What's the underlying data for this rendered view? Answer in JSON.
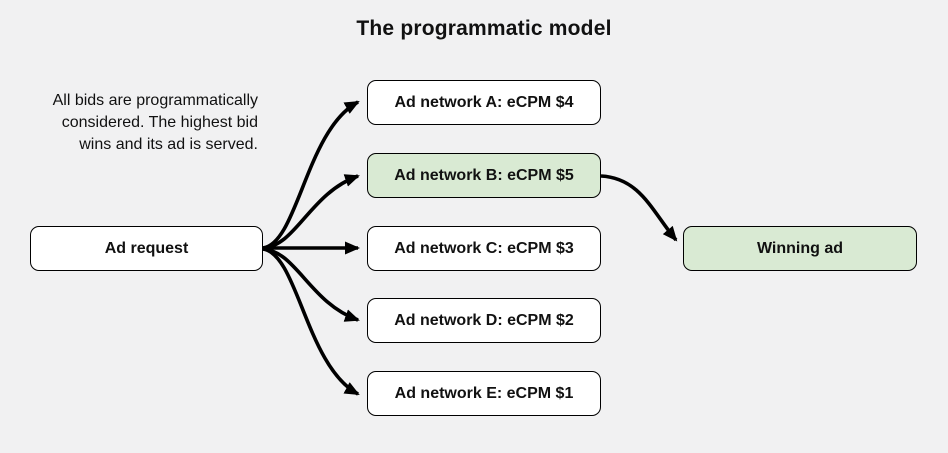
{
  "title": "The programmatic model",
  "description": {
    "lines": [
      "All bids are programmatically",
      "considered. The highest bid",
      "wins and its ad is served."
    ]
  },
  "flow": {
    "source": {
      "label": "Ad request"
    },
    "networks": [
      {
        "id": "A",
        "label": "Ad network A: eCPM $4",
        "ecpm_usd": 4,
        "highlighted": false
      },
      {
        "id": "B",
        "label": "Ad network B: eCPM $5",
        "ecpm_usd": 5,
        "highlighted": true
      },
      {
        "id": "C",
        "label": "Ad network C: eCPM $3",
        "ecpm_usd": 3,
        "highlighted": false
      },
      {
        "id": "D",
        "label": "Ad network D: eCPM $2",
        "ecpm_usd": 2,
        "highlighted": false
      },
      {
        "id": "E",
        "label": "Ad network E: eCPM $1",
        "ecpm_usd": 1,
        "highlighted": false
      }
    ],
    "result": {
      "label": "Winning ad"
    },
    "winner_network_id": "B"
  },
  "colors": {
    "background": "#f1f1f2",
    "box_fill": "#ffffff",
    "highlight_fill": "#d9ead3",
    "border": "#000000",
    "arrow": "#000000",
    "text": "#111111"
  }
}
